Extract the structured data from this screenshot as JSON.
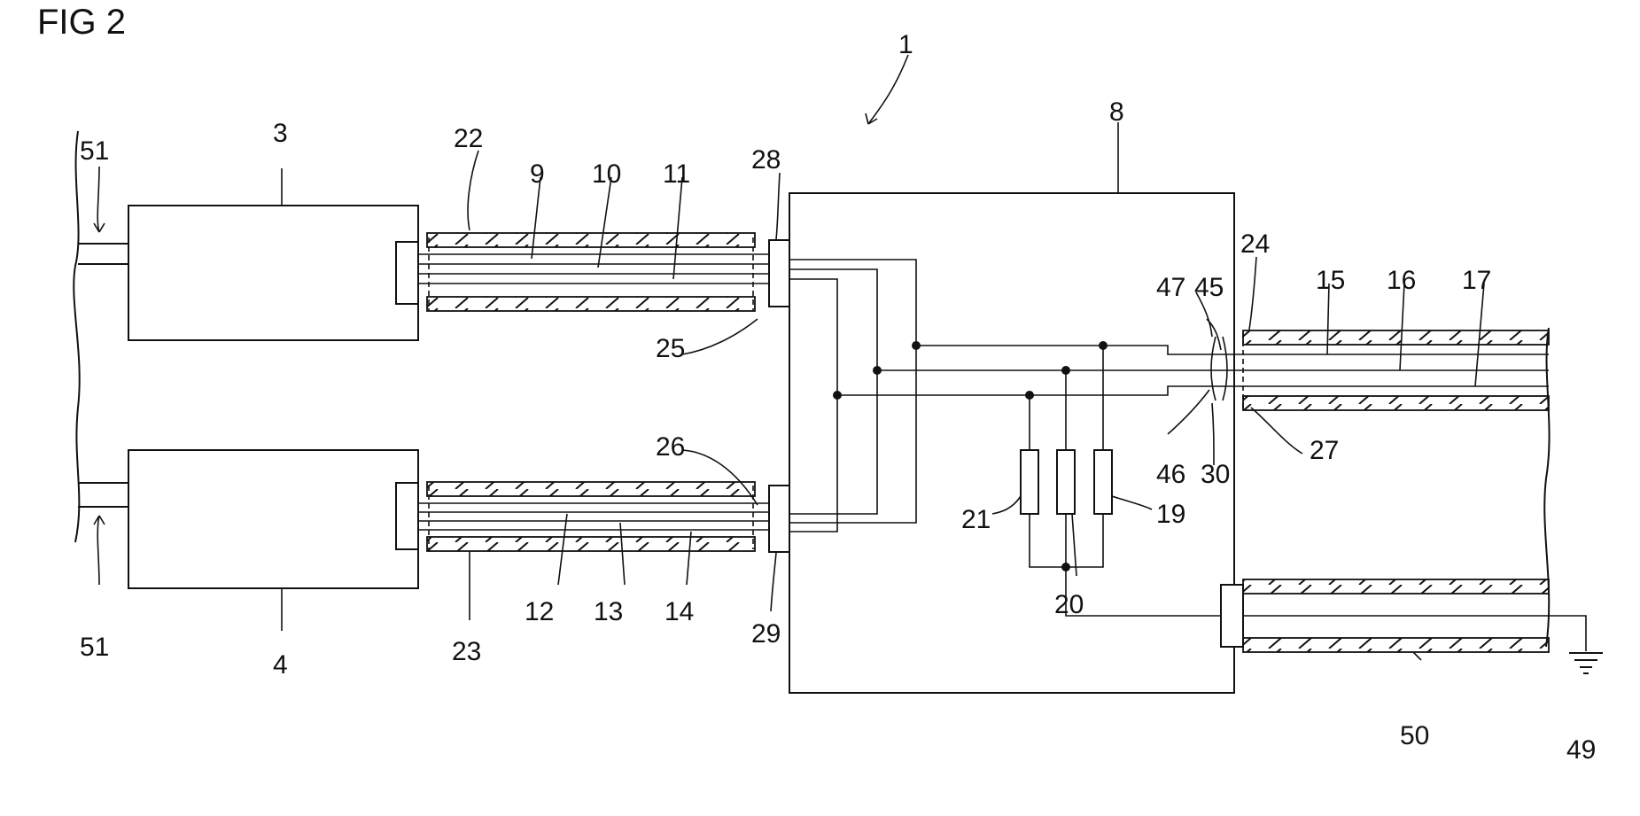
{
  "figure": {
    "title": "FIG 2"
  },
  "labels": {
    "n1": "1",
    "n3": "3",
    "n4": "4",
    "n8": "8",
    "n9": "9",
    "n10": "10",
    "n11": "11",
    "n12": "12",
    "n13": "13",
    "n14": "14",
    "n15": "15",
    "n16": "16",
    "n17": "17",
    "n19": "19",
    "n20": "20",
    "n21": "21",
    "n22": "22",
    "n23": "23",
    "n24": "24",
    "n25": "25",
    "n26": "26",
    "n27": "27",
    "n28": "28",
    "n29": "29",
    "n30": "30",
    "n45": "45",
    "n46": "46",
    "n47": "47",
    "n49": "49",
    "n50": "50",
    "n51a": "51",
    "n51b": "51"
  },
  "colors": {
    "ink": "#111111",
    "paper": "#ffffff"
  }
}
